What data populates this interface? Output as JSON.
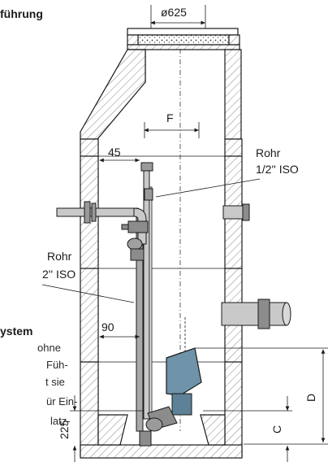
{
  "texts": {
    "heading_fragment": "führung",
    "dim_top": "ø625",
    "dim_f": "F",
    "dim_45": "45",
    "rohr_half_line1": "Rohr",
    "rohr_half_line2": "1/2'' ISO",
    "rohr_2_line1": "Rohr",
    "rohr_2_line2": "2'' ISO",
    "system_fragment": "ystem",
    "dim_90": "90",
    "dim_d": "D",
    "dim_c": "C",
    "dim_225": "225",
    "note_lines": [
      "ohne",
      "Füh-",
      "t sie",
      "ür Ein-",
      "latz-"
    ]
  }
}
